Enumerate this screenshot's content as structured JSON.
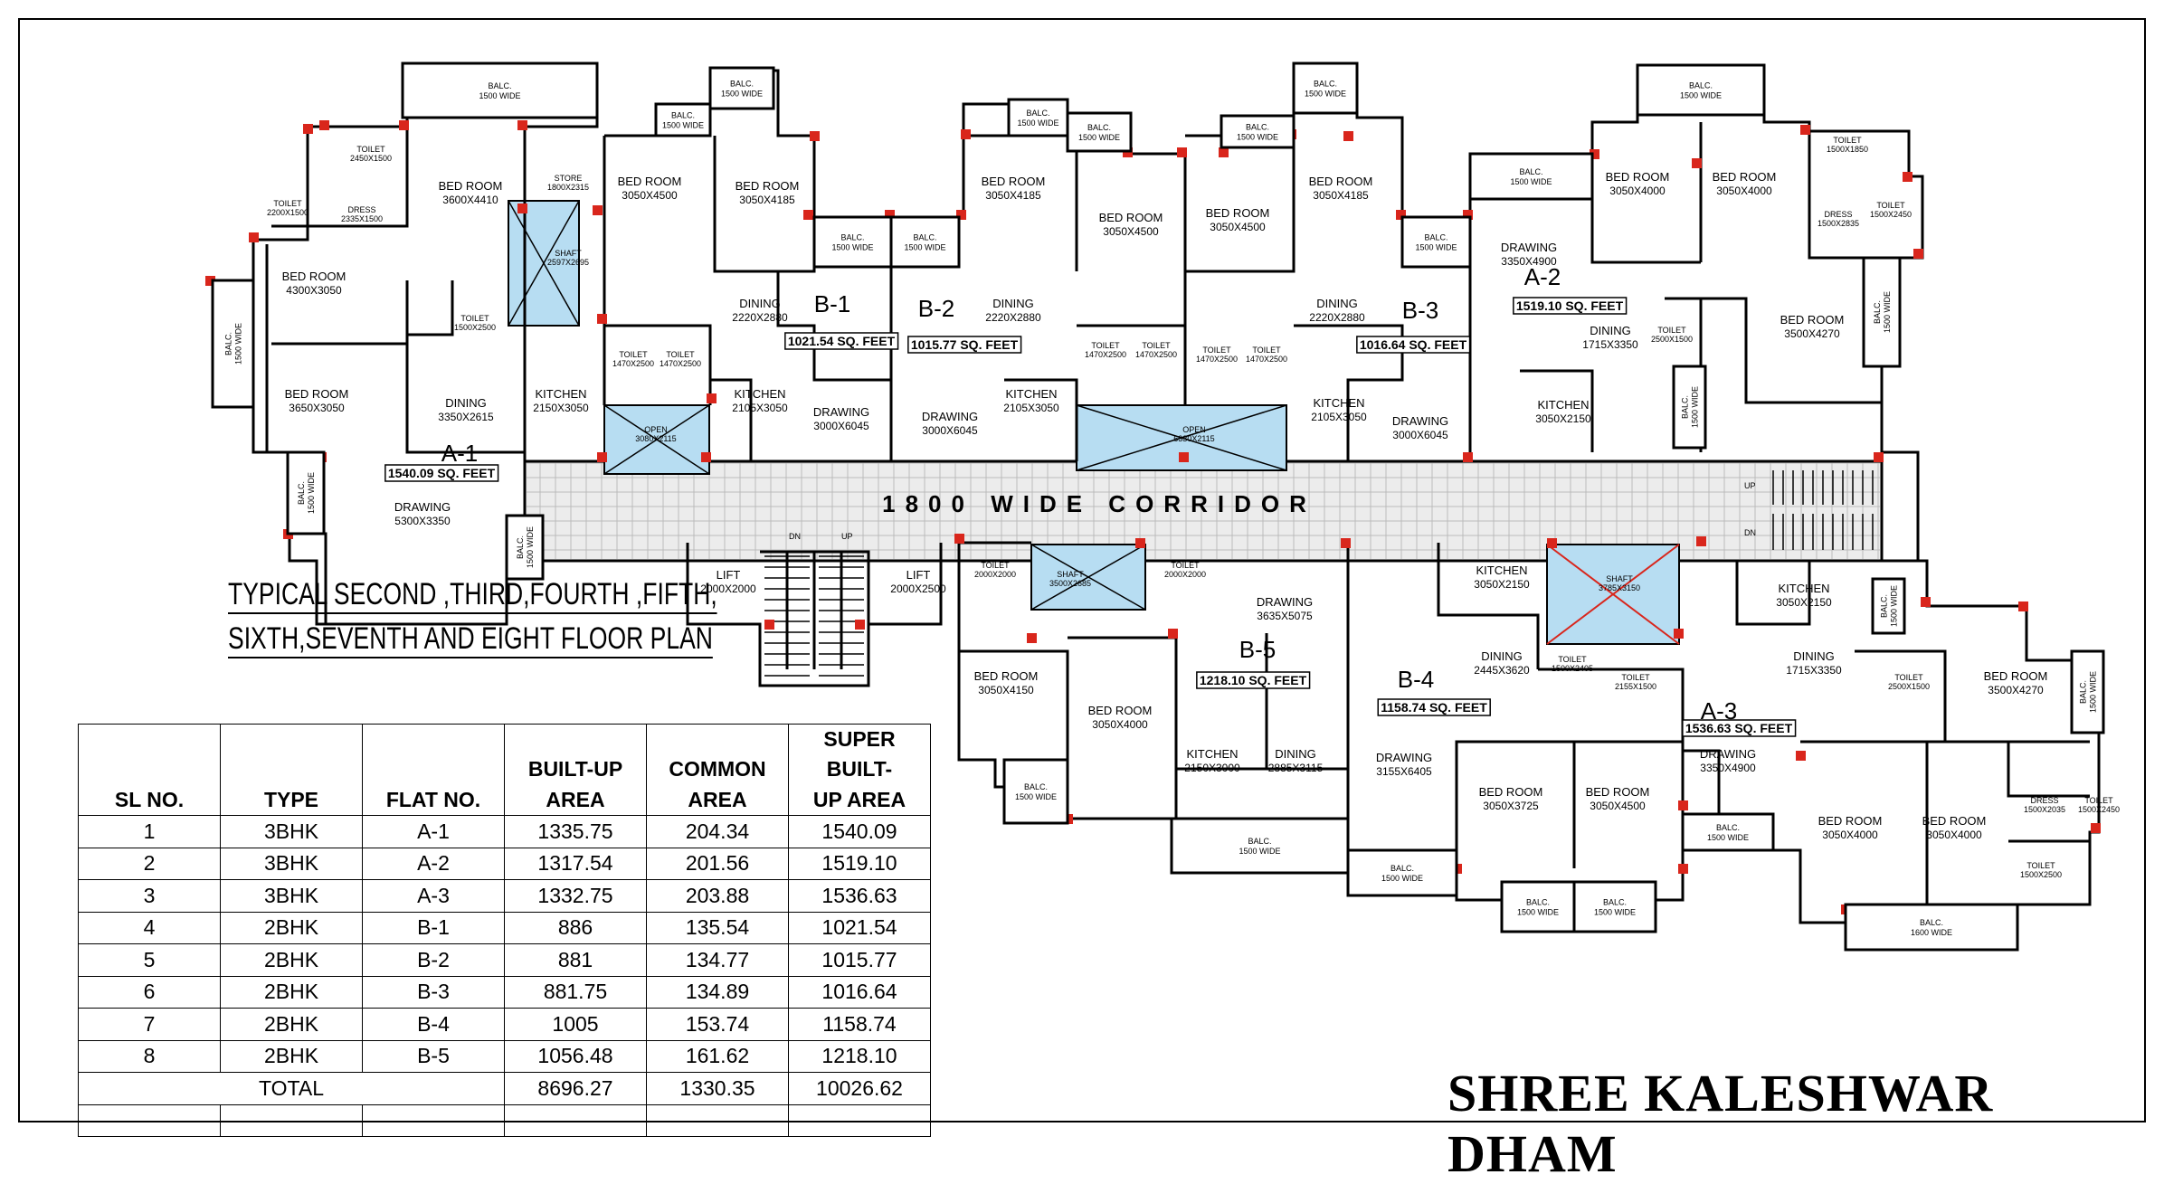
{
  "brand": "SHREE KALESHWAR DHAM",
  "plan_title_line1": "TYPICAL  SECOND ,THIRD,FOURTH ,FIFTH,",
  "plan_title_line2": "SIXTH,SEVENTH AND EIGHT FLOOR PLAN",
  "corridor_label": "1800 WIDE CORRIDOR",
  "flats": {
    "a1": {
      "name": "A-1",
      "area": "1540.09 SQ. FEET"
    },
    "a2": {
      "name": "A-2",
      "area": "1519.10 SQ. FEET"
    },
    "a3": {
      "name": "A-3",
      "area": "1536.63 SQ. FEET"
    },
    "b1": {
      "name": "B-1",
      "area": "1021.54 SQ. FEET"
    },
    "b2": {
      "name": "B-2",
      "area": "1015.77 SQ. FEET"
    },
    "b3": {
      "name": "B-3",
      "area": "1016.64 SQ. FEET"
    },
    "b4": {
      "name": "B-4",
      "area": "1158.74 SQ. FEET"
    },
    "b5": {
      "name": "B-5",
      "area": "1218.10 SQ. FEET"
    }
  },
  "rooms": {
    "a1_bed1": [
      "BED ROOM",
      "3600X4410"
    ],
    "a1_store": [
      "STORE",
      "1800X2315"
    ],
    "a1_toilet1": [
      "TOILET",
      "2450X1500"
    ],
    "a1_toilet2": [
      "TOILET",
      "2200X1500"
    ],
    "a1_dress": [
      "DRESS",
      "2335X1500"
    ],
    "a1_bed2": [
      "BED ROOM",
      "4300X3050"
    ],
    "a1_bed3": [
      "BED ROOM",
      "3650X3050"
    ],
    "a1_toilet3": [
      "TOILET",
      "1500X2500"
    ],
    "a1_dining": [
      "DINING",
      "3350X2615"
    ],
    "a1_kitchen": [
      "KITCHEN",
      "2150X3050"
    ],
    "a1_drawing": [
      "DRAWING",
      "5300X3350"
    ],
    "shaft1": [
      "SHAFT",
      "2597X2695"
    ],
    "open1": [
      "OPEN",
      "3080X2115"
    ],
    "b1_bed1": [
      "BED ROOM",
      "3050X4500"
    ],
    "b1_bed2": [
      "BED ROOM",
      "3050X4185"
    ],
    "b1_dining": [
      "DINING",
      "2220X2880"
    ],
    "b1_toilet1": [
      "TOILET",
      "1470X2500"
    ],
    "b1_toilet2": [
      "TOILET",
      "1470X2500"
    ],
    "b1_kitchen": [
      "KITCHEN",
      "2105X3050"
    ],
    "b1_drawing": [
      "DRAWING",
      "3000X6045"
    ],
    "b2_bed1": [
      "BED ROOM",
      "3050X4185"
    ],
    "b2_bed2": [
      "BED ROOM",
      "3050X4500"
    ],
    "b2_dining": [
      "DINING",
      "2220X2880"
    ],
    "b2_toilet1": [
      "TOILET",
      "1470X2500"
    ],
    "b2_toilet2": [
      "TOILET",
      "1470X2500"
    ],
    "b2_kitchen": [
      "KITCHEN",
      "2105X3050"
    ],
    "b2_drawing": [
      "DRAWING",
      "3000X6045"
    ],
    "open2": [
      "OPEN",
      "6330X2115"
    ],
    "b3_bed1": [
      "BED ROOM",
      "3050X4500"
    ],
    "b3_bed2": [
      "BED ROOM",
      "3050X4185"
    ],
    "b3_dining": [
      "DINING",
      "2220X2880"
    ],
    "b3_toilet1": [
      "TOILET",
      "1470X2500"
    ],
    "b3_toilet2": [
      "TOILET",
      "1470X2500"
    ],
    "b3_kitchen": [
      "KITCHEN",
      "2105X3050"
    ],
    "b3_drawing": [
      "DRAWING",
      "3000X6045"
    ],
    "a2_bed1": [
      "BED ROOM",
      "3050X4000"
    ],
    "a2_bed2": [
      "BED ROOM",
      "3050X4000"
    ],
    "a2_toilet1": [
      "TOILET",
      "1500X1850"
    ],
    "a2_dress": [
      "DRESS",
      "1500X2835"
    ],
    "a2_toilet2": [
      "TOILET",
      "1500X2450"
    ],
    "a2_drawing": [
      "DRAWING",
      "3350X4900"
    ],
    "a2_toilet3": [
      "TOILET",
      "2500X1500"
    ],
    "a2_bed3": [
      "BED ROOM",
      "3500X4270"
    ],
    "a2_dining": [
      "DINING",
      "1715X3350"
    ],
    "a2_kitchen": [
      "KITCHEN",
      "3050X2150"
    ],
    "lift1": [
      "LIFT",
      "2000X2000"
    ],
    "lift2": [
      "LIFT",
      "2000X2500"
    ],
    "b5_toilet1": [
      "TOILET",
      "2000X2000"
    ],
    "shaft2": [
      "SHAFT",
      "3500X2685"
    ],
    "b5_toilet2": [
      "TOILET",
      "2000X2000"
    ],
    "b5_drawing": [
      "DRAWING",
      "3635X5075"
    ],
    "b5_bed1": [
      "BED ROOM",
      "3050X4150"
    ],
    "b5_bed2": [
      "BED ROOM",
      "3050X4000"
    ],
    "b5_kitchen": [
      "KITCHEN",
      "2150X3000"
    ],
    "b5_dining": [
      "DINING",
      "2885X3115"
    ],
    "b4_kitchen": [
      "KITCHEN",
      "3050X2150"
    ],
    "shaft3": [
      "SHAFT",
      "3785X3150"
    ],
    "b4_dining": [
      "DINING",
      "2445X3620"
    ],
    "b4_toilet1": [
      "TOILET",
      "1500X2405"
    ],
    "b4_toilet2": [
      "TOILET",
      "2155X1500"
    ],
    "b4_drawing": [
      "DRAWING",
      "3155X6405"
    ],
    "b4_bed1": [
      "BED ROOM",
      "3050X3725"
    ],
    "b4_bed2": [
      "BED ROOM",
      "3050X4500"
    ],
    "a3_kitchen": [
      "KITCHEN",
      "3050X2150"
    ],
    "a3_dining": [
      "DINING",
      "1715X3350"
    ],
    "a3_toilet1": [
      "TOILET",
      "2500X1500"
    ],
    "a3_bed1": [
      "BED ROOM",
      "3500X4270"
    ],
    "a3_drawing": [
      "DRAWING",
      "3350X4900"
    ],
    "a3_bed2": [
      "BED ROOM",
      "3050X4000"
    ],
    "a3_bed3": [
      "BED ROOM",
      "3050X4000"
    ],
    "a3_dress": [
      "DRESS",
      "1500X2035"
    ],
    "a3_toilet2": [
      "TOILET",
      "1500X2450"
    ],
    "a3_toilet3": [
      "TOILET",
      "1500X2500"
    ]
  },
  "balcony_label": "BALC.",
  "balcony_width_1500": "1500 WIDE",
  "balcony_width_1600": "1600 WIDE",
  "stair_up": "UP",
  "stair_dn": "DN",
  "table": {
    "headers": {
      "sl": "SL NO.",
      "type": "TYPE",
      "flat": "FLAT NO.",
      "builtup_1": "BUILT-UP",
      "builtup_2": "AREA",
      "common_1": "COMMON",
      "common_2": "AREA",
      "super_1": "SUPER BUILT-",
      "super_2": "UP AREA"
    },
    "rows": [
      [
        "1",
        "3BHK",
        "A-1",
        "1335.75",
        "204.34",
        "1540.09"
      ],
      [
        "2",
        "3BHK",
        "A-2",
        "1317.54",
        "201.56",
        "1519.10"
      ],
      [
        "3",
        "3BHK",
        "A-3",
        "1332.75",
        "203.88",
        "1536.63"
      ],
      [
        "4",
        "2BHK",
        "B-1",
        "886",
        "135.54",
        "1021.54"
      ],
      [
        "5",
        "2BHK",
        "B-2",
        "881",
        "134.77",
        "1015.77"
      ],
      [
        "6",
        "2BHK",
        "B-3",
        "881.75",
        "134.89",
        "1016.64"
      ],
      [
        "7",
        "2BHK",
        "B-4",
        "1005",
        "153.74",
        "1158.74"
      ],
      [
        "8",
        "2BHK",
        "B-5",
        "1056.48",
        "161.62",
        "1218.10"
      ]
    ],
    "total_label": "TOTAL",
    "totals": [
      "8696.27",
      "1330.35",
      "10026.62"
    ]
  }
}
